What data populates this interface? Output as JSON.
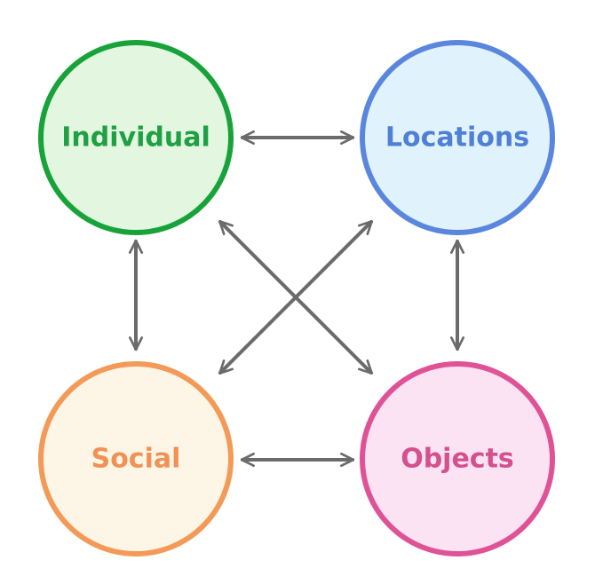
{
  "diagram": {
    "nodes": {
      "individual": {
        "label": "Individual",
        "stroke": "#18a33a",
        "fill": "#e3f6e0",
        "text_color": "#1ea043"
      },
      "locations": {
        "label": "Locations",
        "stroke": "#5a86de",
        "fill": "#e0f2fb",
        "text_color": "#4f7fd6"
      },
      "social": {
        "label": "Social",
        "stroke": "#f39a58",
        "fill": "#fdf6e6",
        "text_color": "#f19155"
      },
      "objects": {
        "label": "Objects",
        "stroke": "#df5396",
        "fill": "#fbe3f3",
        "text_color": "#d4508f"
      }
    },
    "connections": [
      {
        "from": "individual",
        "to": "locations",
        "direction": "both"
      },
      {
        "from": "individual",
        "to": "social",
        "direction": "both"
      },
      {
        "from": "locations",
        "to": "objects",
        "direction": "both"
      },
      {
        "from": "social",
        "to": "objects",
        "direction": "both"
      },
      {
        "from": "individual",
        "to": "objects",
        "direction": "both"
      },
      {
        "from": "locations",
        "to": "social",
        "direction": "both"
      }
    ],
    "arrow_color": "#6b6b6b"
  }
}
